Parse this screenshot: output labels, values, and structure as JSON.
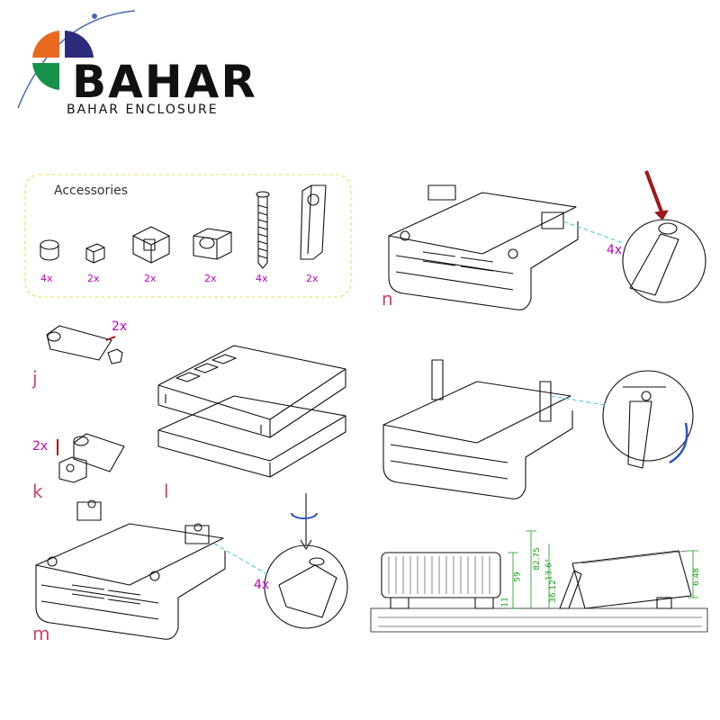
{
  "brand": {
    "name": "BAHAR",
    "tagline": "BAHAR ENCLOSURE"
  },
  "accessories": {
    "title": "Accessories",
    "items": [
      {
        "icon": "rubber-foot-icon",
        "qty": "4x"
      },
      {
        "icon": "small-block-icon",
        "qty": "2x"
      },
      {
        "icon": "hinge-socket-icon",
        "qty": "2x"
      },
      {
        "icon": "square-nut-block-icon",
        "qty": "2x"
      },
      {
        "icon": "screw-icon",
        "qty": "4x"
      },
      {
        "icon": "tilt-stand-icon",
        "qty": "2x"
      }
    ]
  },
  "steps": {
    "j": {
      "label": "j",
      "qty": "2x"
    },
    "k": {
      "label": "k",
      "qty": "2x"
    },
    "l": {
      "label": "l"
    },
    "m": {
      "label": "m",
      "qty": "4x"
    },
    "n": {
      "label": "n",
      "qty": "4x"
    }
  },
  "dimensions": [
    "11",
    "59",
    "82.75",
    "13.6°",
    "36.12",
    "6.48"
  ],
  "colors": {
    "callout": "#c000c0",
    "step_letter": "#d0406a",
    "dimension": "#1a9a1a",
    "frame": "#e8e060",
    "leader": "#55cccc"
  }
}
